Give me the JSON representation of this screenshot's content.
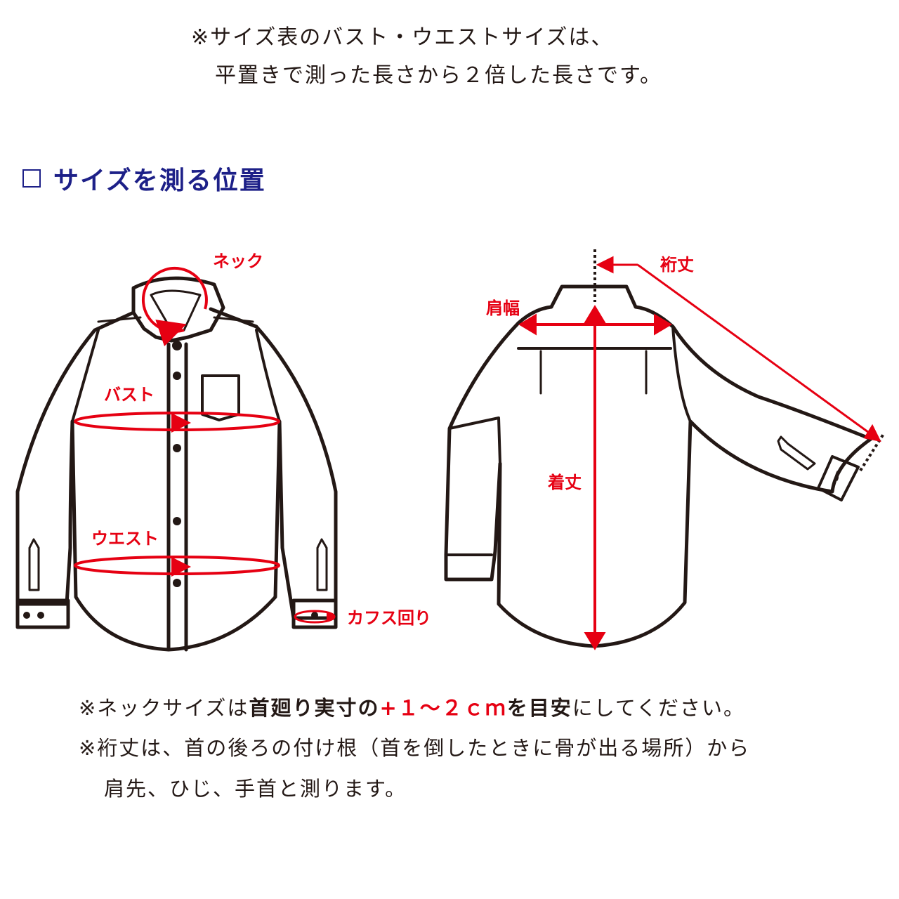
{
  "top_note": {
    "line1": "※サイズ表のバスト・ウエストサイズは、",
    "line2": "平置きで測った長さから２倍した長さです。"
  },
  "section_title": "サイズを測る位置",
  "labels": {
    "neck": "ネック",
    "bust": "バスト",
    "waist": "ウエスト",
    "cuff": "カフス回り",
    "sleeve": "裄丈",
    "shoulder": "肩幅",
    "length": "着丈"
  },
  "bottom_note": {
    "line1_a": "※ネックサイズは",
    "line1_b": "首廻り実寸の",
    "line1_c": "+１～２ｃｍ",
    "line1_d": "を目安",
    "line1_e": "にしてください。",
    "line2": "※裄丈は、首の後ろの付け根（首を倒したときに骨が出る場所）から",
    "line3": "肩先、ひじ、手首と測ります。"
  },
  "colors": {
    "accent_red": "#e60012",
    "title_navy": "#1d2088",
    "line_dark": "#231815"
  }
}
